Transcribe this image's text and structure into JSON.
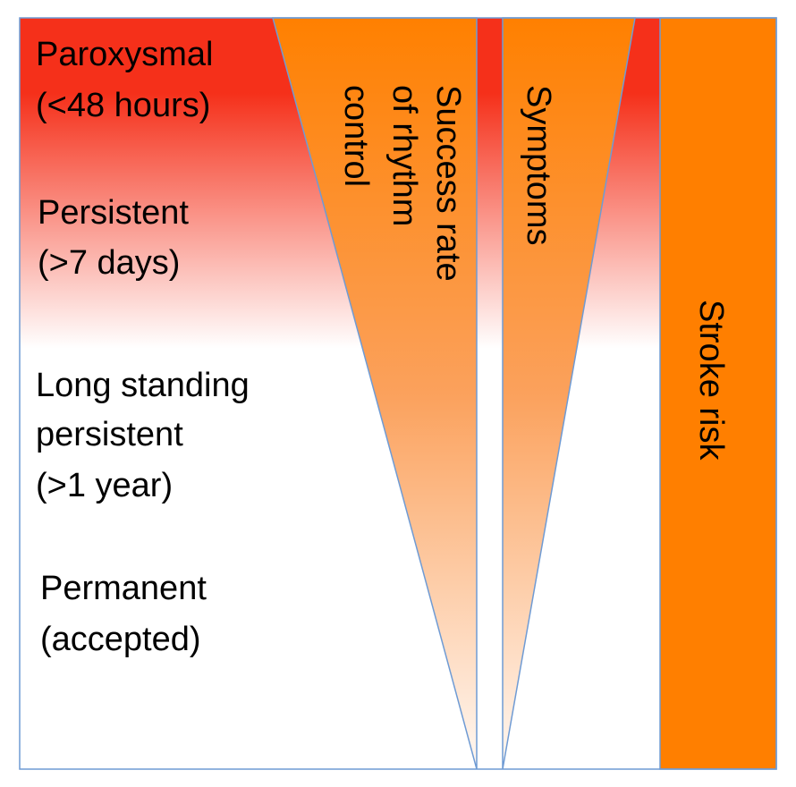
{
  "af_types": [
    {
      "lines": [
        "Paroxysmal",
        "(<48 hours)"
      ]
    },
    {
      "lines": [
        "Persistent",
        "(>7 days)"
      ]
    },
    {
      "lines": [
        "Long standing",
        "persistent",
        "(>1 year)"
      ]
    },
    {
      "lines": [
        "Permanent",
        "(accepted)"
      ]
    }
  ],
  "columns": {
    "rhythm_control": {
      "lines": [
        "Success rate",
        "of rhythm",
        "control"
      ],
      "trend": "decreasing"
    },
    "symptoms": {
      "label": "Symptoms",
      "trend": "decreasing"
    },
    "stroke_risk": {
      "label": "Stroke risk",
      "trend": "constant"
    }
  },
  "colors": {
    "red": "#f5301a",
    "orange": "#ff8000",
    "orange_light": "#fde8d6",
    "border": "#6f9bd4"
  }
}
